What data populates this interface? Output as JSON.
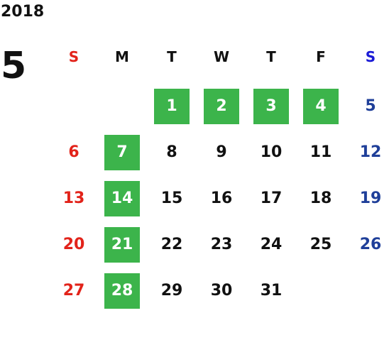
{
  "year": "2018",
  "month": "5",
  "weekdays": [
    "S",
    "M",
    "T",
    "W",
    "T",
    "F",
    "S"
  ],
  "colors": {
    "sunday": "#e2231a",
    "saturday_header": "#1a1ad6",
    "saturday_dates": "#1f3f99",
    "weekday": "#111111",
    "highlight_bg": "#3cb44b",
    "highlight_text": "#ffffff"
  },
  "first_weekday_index": 2,
  "days_in_month": 31,
  "highlighted_days": [
    1,
    2,
    3,
    4,
    7,
    14,
    21,
    28
  ]
}
